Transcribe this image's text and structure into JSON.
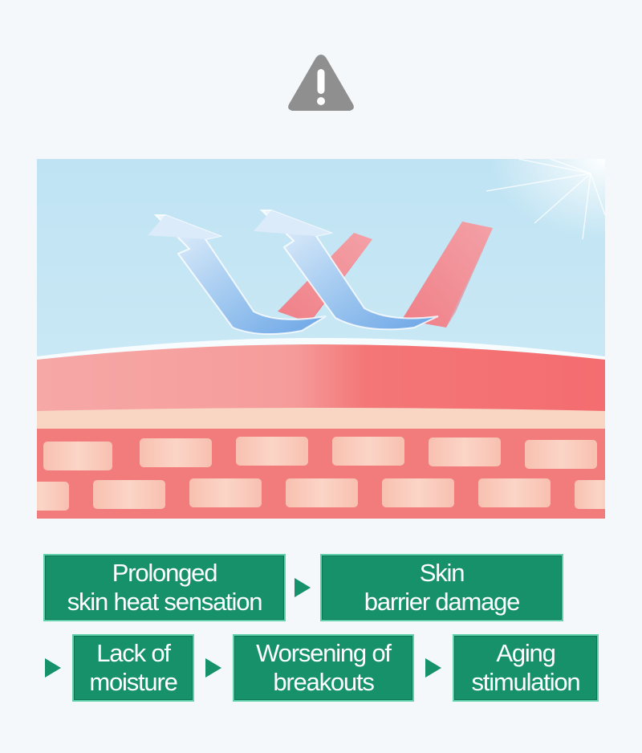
{
  "warning": {
    "icon": "warning-triangle-icon"
  },
  "illustration": {
    "name": "skin-heat-illustration"
  },
  "flow": {
    "row1": [
      {
        "line1": "Prolonged",
        "line2": "skin heat sensation"
      },
      {
        "line1": "Skin",
        "line2": "barrier damage"
      }
    ],
    "row2": [
      {
        "line1": "Lack of",
        "line2": "moisture"
      },
      {
        "line1": "Worsening of",
        "line2": "breakouts"
      },
      {
        "line1": "Aging",
        "line2": "stimulation"
      }
    ]
  },
  "colors": {
    "box": "#16916a",
    "box_border": "#5fd0aa",
    "arrow": "#16916a",
    "warning": "#8e8e8e",
    "sky": "#c6e6f3",
    "skin": "#f38c8c"
  }
}
